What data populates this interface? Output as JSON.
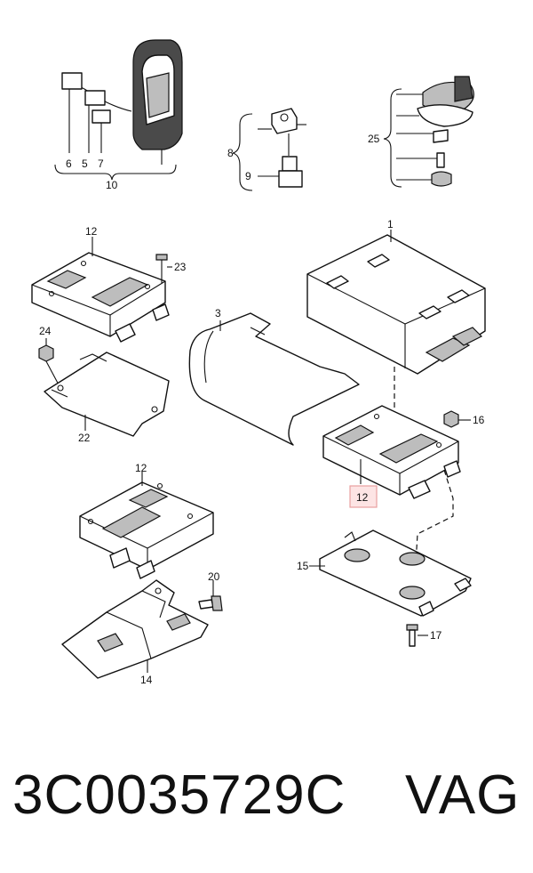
{
  "callouts": {
    "c1": "1",
    "c3": "3",
    "c5": "5",
    "c6": "6",
    "c7": "7",
    "c8": "8",
    "c9": "9",
    "c10": "10",
    "c12a": "12",
    "c12b": "12",
    "c12c": "12",
    "c14": "14",
    "c15": "15",
    "c16": "16",
    "c17": "17",
    "c20": "20",
    "c22": "22",
    "c23": "23",
    "c24": "24",
    "c25": "25"
  },
  "highlighted_callout": "12",
  "footer": {
    "part_number": "3C0035729C",
    "brand": "VAG"
  },
  "colors": {
    "highlight_fill": "#fde4e4",
    "highlight_border": "#e8a0a0"
  }
}
